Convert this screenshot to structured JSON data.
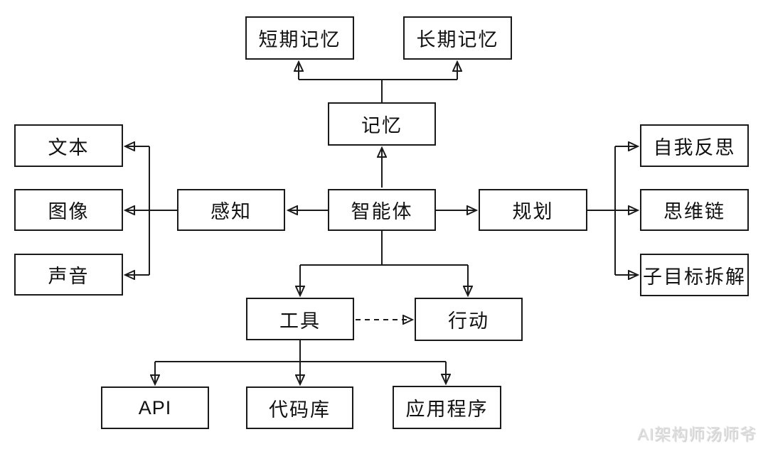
{
  "diagram": {
    "nodes": {
      "short_term_memory": {
        "label": "短期记忆"
      },
      "long_term_memory": {
        "label": "长期记忆"
      },
      "memory": {
        "label": "记忆"
      },
      "agent": {
        "label": "智能体"
      },
      "perception": {
        "label": "感知"
      },
      "planning": {
        "label": "规划"
      },
      "text": {
        "label": "文本"
      },
      "image": {
        "label": "图像"
      },
      "sound": {
        "label": "声音"
      },
      "self_reflection": {
        "label": "自我反思"
      },
      "chain_of_thought": {
        "label": "思维链"
      },
      "subgoal_decomposition": {
        "label": "子目标拆解"
      },
      "tools": {
        "label": "工具"
      },
      "action": {
        "label": "行动"
      },
      "api": {
        "label": "API"
      },
      "code_library": {
        "label": "代码库"
      },
      "applications": {
        "label": "应用程序"
      }
    },
    "edges": [
      {
        "from": "memory",
        "to": "short_term_memory",
        "style": "solid",
        "arrow": "end"
      },
      {
        "from": "memory",
        "to": "long_term_memory",
        "style": "solid",
        "arrow": "end"
      },
      {
        "from": "agent",
        "to": "memory",
        "style": "solid",
        "arrow": "end"
      },
      {
        "from": "agent",
        "to": "perception",
        "style": "solid",
        "arrow": "end"
      },
      {
        "from": "perception",
        "to": "text",
        "style": "solid",
        "arrow": "end"
      },
      {
        "from": "perception",
        "to": "image",
        "style": "solid",
        "arrow": "end"
      },
      {
        "from": "perception",
        "to": "sound",
        "style": "solid",
        "arrow": "end"
      },
      {
        "from": "agent",
        "to": "planning",
        "style": "solid",
        "arrow": "end"
      },
      {
        "from": "planning",
        "to": "self_reflection",
        "style": "solid",
        "arrow": "end"
      },
      {
        "from": "planning",
        "to": "chain_of_thought",
        "style": "solid",
        "arrow": "end"
      },
      {
        "from": "planning",
        "to": "subgoal_decomposition",
        "style": "solid",
        "arrow": "end"
      },
      {
        "from": "agent",
        "to": "tools",
        "style": "solid",
        "arrow": "end"
      },
      {
        "from": "agent",
        "to": "action",
        "style": "solid",
        "arrow": "end"
      },
      {
        "from": "tools",
        "to": "action",
        "style": "dashed",
        "arrow": "end"
      },
      {
        "from": "tools",
        "to": "api",
        "style": "solid",
        "arrow": "end"
      },
      {
        "from": "tools",
        "to": "code_library",
        "style": "solid",
        "arrow": "end"
      },
      {
        "from": "tools",
        "to": "applications",
        "style": "solid",
        "arrow": "end"
      }
    ],
    "colors": {
      "background": "#ffffff",
      "box_fill": "#ffffff",
      "box_border": "#1a1a1a",
      "line": "#1a1a1a",
      "text": "#111111",
      "watermark": "#e0e0e0"
    }
  },
  "watermark": {
    "text": "AI架构师汤师爷"
  }
}
